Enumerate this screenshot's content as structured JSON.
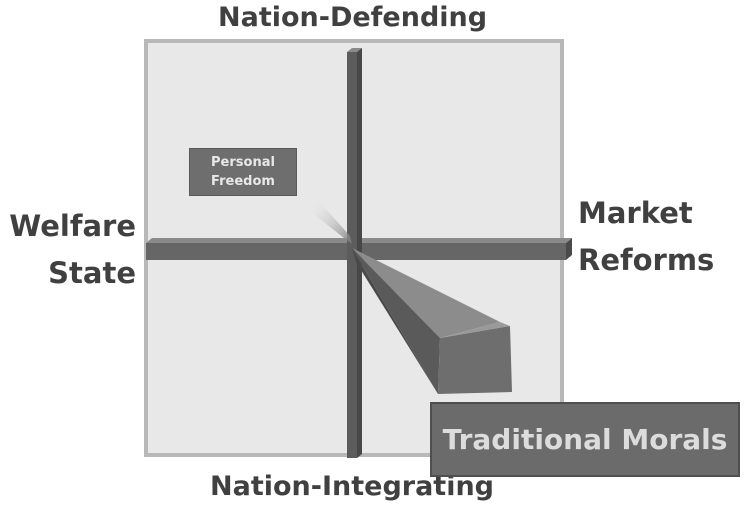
{
  "axes": {
    "top": "Nation-Defending",
    "bottom": "Nation-Integrating",
    "left_line1": "Welfare",
    "left_line2": "State",
    "right_line1": "Market",
    "right_line2": "Reforms"
  },
  "vectors": {
    "personal_freedom_line1": "Personal",
    "personal_freedom_line2": "Freedom",
    "traditional_morals": "Traditional Morals"
  },
  "colors": {
    "plane_fill": "#e8e8e8",
    "plane_border": "#b8b8b8",
    "axis_bar": "#5f5f5f",
    "label_text": "#404040"
  }
}
